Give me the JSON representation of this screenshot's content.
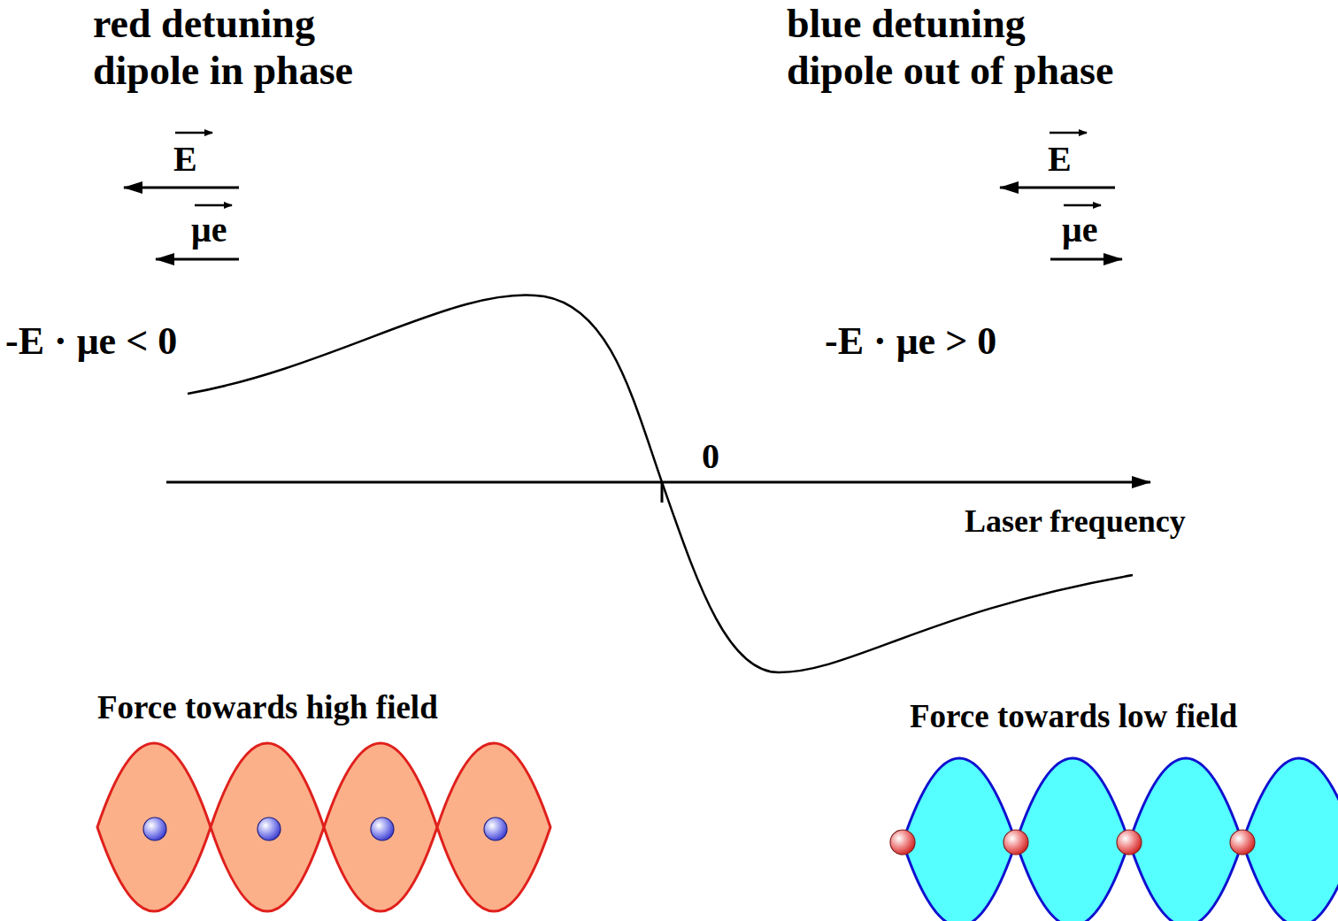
{
  "diagram": {
    "labels": [
      "red detuning",
      "dipole in phase",
      "blue detuning",
      "dipole out of phase",
      "E",
      "μe",
      "-E · μe < 0",
      "E",
      "μe",
      "-E · μe > 0",
      "0",
      "Laser frequency",
      "Force towards high field",
      "Force towards low field"
    ]
  }
}
